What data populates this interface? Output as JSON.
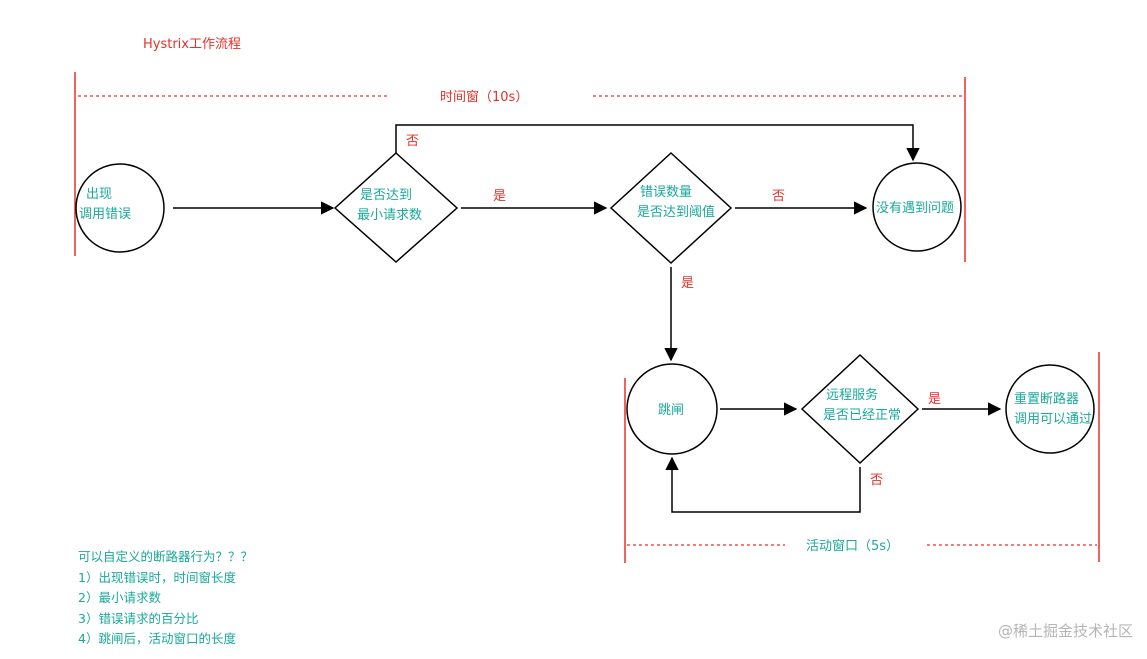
{
  "diagram": {
    "title": "Hystrix工作流程",
    "window_top_label": "时间窗（10s）",
    "window_bottom_label": "活动窗口（5s）",
    "nodes": {
      "error_start": {
        "line1": "出现",
        "line2": "调用错误"
      },
      "min_requests": {
        "line1": "是否达到",
        "line2": "最小请求数"
      },
      "error_threshold": {
        "line1": "错误数量",
        "line2": "是否达到阈值"
      },
      "no_problem": {
        "line1": "没有遇到问题"
      },
      "trip": {
        "line1": "跳闸"
      },
      "remote_normal": {
        "line1": "远程服务",
        "line2": "是否已经正常"
      },
      "reset": {
        "line1": "重置断路器",
        "line2": "调用可以通过"
      }
    },
    "edge_labels": {
      "min_no": "否",
      "min_yes": "是",
      "threshold_no": "否",
      "threshold_yes": "是",
      "remote_yes": "是",
      "remote_no": "否"
    }
  },
  "notes": {
    "heading": "可以自定义的断路器行为？？？",
    "items": [
      "1）出现错误时，时间窗长度",
      "2）最小请求数",
      "3）错误请求的百分比",
      "4）跳闸后，活动窗口的长度"
    ]
  },
  "watermark": "@稀土掘金技术社区",
  "colors": {
    "red": "#e8302a",
    "teal": "#1aa99a",
    "black": "#000000"
  }
}
